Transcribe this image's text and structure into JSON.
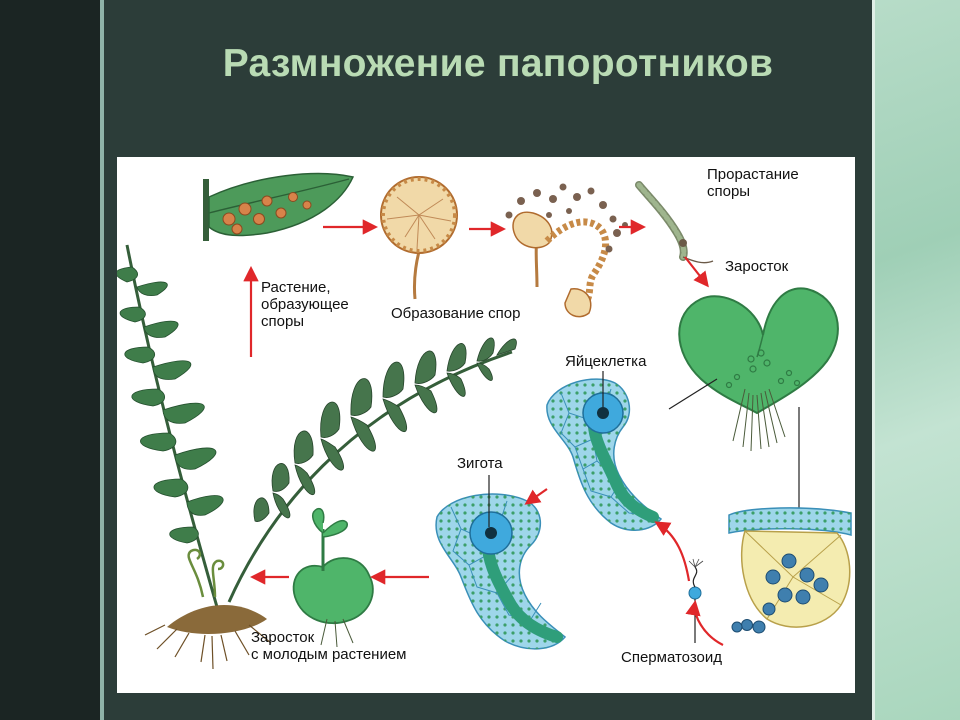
{
  "slide": {
    "title": "Размножение папоротников"
  },
  "diagram": {
    "labels": {
      "spore_plant": "Растение,\nобразующее\nспоры",
      "spore_formation": "Образование спор",
      "spore_germination": "Прорастание\nспоры",
      "prothallus": "Заросток",
      "egg_cell": "Яйцеклетка",
      "zygote": "Зигота",
      "sperm": "Сперматозоид",
      "prothallus_young": "Заросток\nс молодым растением"
    }
  },
  "colors": {
    "background": "#1e2a27",
    "panel": "#2c3d39",
    "title": "#b9dbb4",
    "arrow": "#e0272a",
    "leaf_green": "#3f9a55",
    "prothallus_green": "#4fb56a",
    "cell_blue": "#7fc4e6",
    "sorus_orange": "#d7834a"
  }
}
